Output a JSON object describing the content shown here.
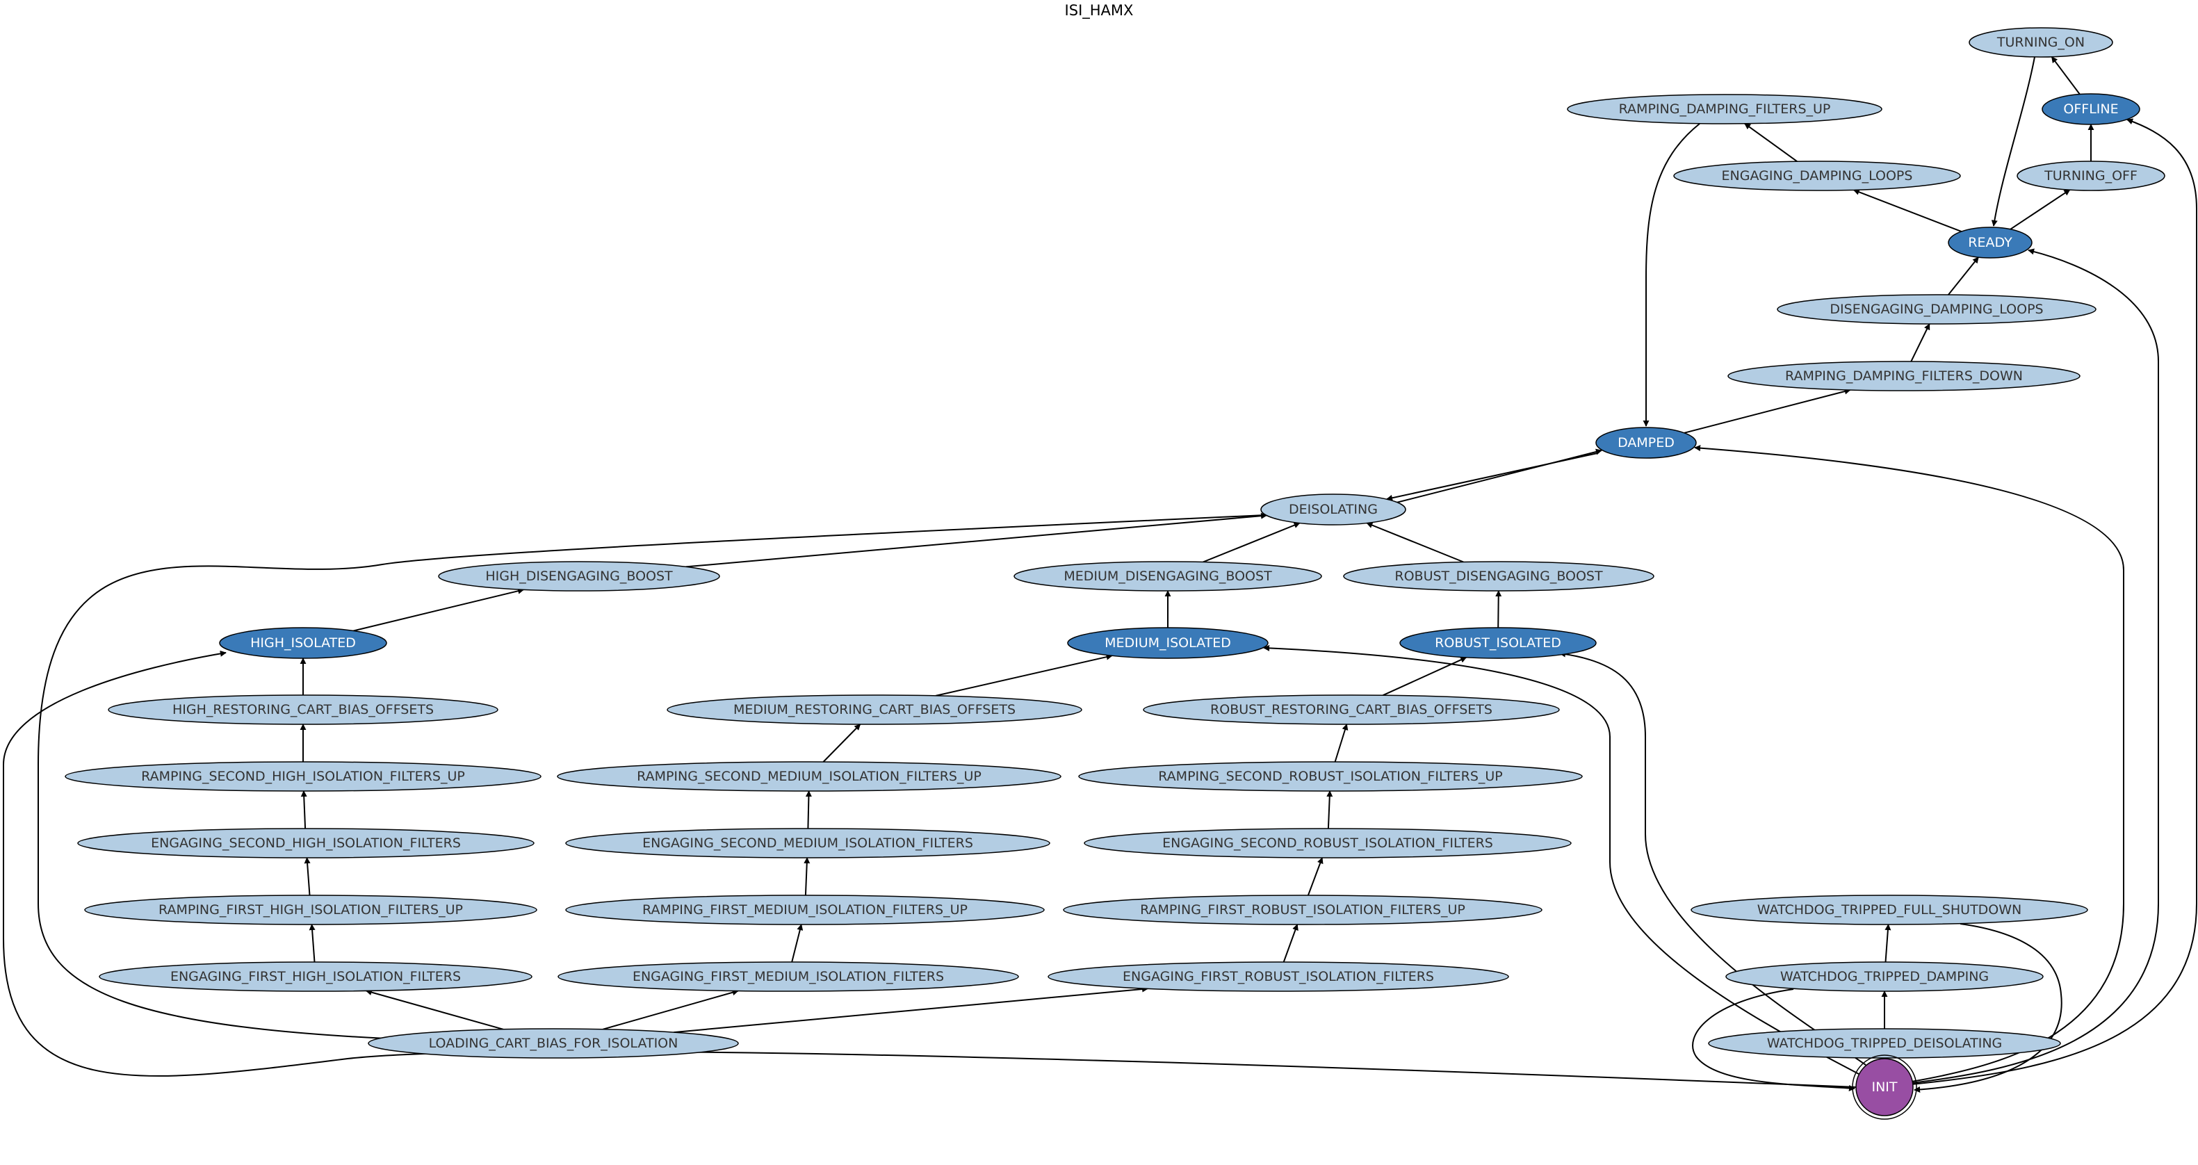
{
  "title": "ISI_HAMX",
  "colors": {
    "normal_fill": "#b3cde3",
    "request_fill": "#3a7ab8",
    "init_fill": "#984ea3",
    "edge": "#000000"
  },
  "nodes": [
    {
      "id": "TURNING_ON",
      "label": "TURNING_ON",
      "kind": "normal"
    },
    {
      "id": "OFFLINE",
      "label": "OFFLINE",
      "kind": "request"
    },
    {
      "id": "RAMPING_DAMPING_FILTERS_UP",
      "label": "RAMPING_DAMPING_FILTERS_UP",
      "kind": "normal"
    },
    {
      "id": "ENGAGING_DAMPING_LOOPS",
      "label": "ENGAGING_DAMPING_LOOPS",
      "kind": "normal"
    },
    {
      "id": "TURNING_OFF",
      "label": "TURNING_OFF",
      "kind": "normal"
    },
    {
      "id": "READY",
      "label": "READY",
      "kind": "request"
    },
    {
      "id": "DISENGAGING_DAMPING_LOOPS",
      "label": "DISENGAGING_DAMPING_LOOPS",
      "kind": "normal"
    },
    {
      "id": "RAMPING_DAMPING_FILTERS_DOWN",
      "label": "RAMPING_DAMPING_FILTERS_DOWN",
      "kind": "normal"
    },
    {
      "id": "DAMPED",
      "label": "DAMPED",
      "kind": "request"
    },
    {
      "id": "DEISOLATING",
      "label": "DEISOLATING",
      "kind": "normal"
    },
    {
      "id": "HIGH_DISENGAGING_BOOST",
      "label": "HIGH_DISENGAGING_BOOST",
      "kind": "normal"
    },
    {
      "id": "MEDIUM_DISENGAGING_BOOST",
      "label": "MEDIUM_DISENGAGING_BOOST",
      "kind": "normal"
    },
    {
      "id": "ROBUST_DISENGAGING_BOOST",
      "label": "ROBUST_DISENGAGING_BOOST",
      "kind": "normal"
    },
    {
      "id": "HIGH_ISOLATED",
      "label": "HIGH_ISOLATED",
      "kind": "request"
    },
    {
      "id": "MEDIUM_ISOLATED",
      "label": "MEDIUM_ISOLATED",
      "kind": "request"
    },
    {
      "id": "ROBUST_ISOLATED",
      "label": "ROBUST_ISOLATED",
      "kind": "request"
    },
    {
      "id": "HIGH_RESTORING_CART_BIAS_OFFSETS",
      "label": "HIGH_RESTORING_CART_BIAS_OFFSETS",
      "kind": "normal"
    },
    {
      "id": "MEDIUM_RESTORING_CART_BIAS_OFFSETS",
      "label": "MEDIUM_RESTORING_CART_BIAS_OFFSETS",
      "kind": "normal"
    },
    {
      "id": "ROBUST_RESTORING_CART_BIAS_OFFSETS",
      "label": "ROBUST_RESTORING_CART_BIAS_OFFSETS",
      "kind": "normal"
    },
    {
      "id": "RAMPING_SECOND_HIGH_ISOLATION_FILTERS_UP",
      "label": "RAMPING_SECOND_HIGH_ISOLATION_FILTERS_UP",
      "kind": "normal"
    },
    {
      "id": "RAMPING_SECOND_MEDIUM_ISOLATION_FILTERS_UP",
      "label": "RAMPING_SECOND_MEDIUM_ISOLATION_FILTERS_UP",
      "kind": "normal"
    },
    {
      "id": "RAMPING_SECOND_ROBUST_ISOLATION_FILTERS_UP",
      "label": "RAMPING_SECOND_ROBUST_ISOLATION_FILTERS_UP",
      "kind": "normal"
    },
    {
      "id": "ENGAGING_SECOND_HIGH_ISOLATION_FILTERS",
      "label": "ENGAGING_SECOND_HIGH_ISOLATION_FILTERS",
      "kind": "normal"
    },
    {
      "id": "ENGAGING_SECOND_MEDIUM_ISOLATION_FILTERS",
      "label": "ENGAGING_SECOND_MEDIUM_ISOLATION_FILTERS",
      "kind": "normal"
    },
    {
      "id": "ENGAGING_SECOND_ROBUST_ISOLATION_FILTERS",
      "label": "ENGAGING_SECOND_ROBUST_ISOLATION_FILTERS",
      "kind": "normal"
    },
    {
      "id": "RAMPING_FIRST_HIGH_ISOLATION_FILTERS_UP",
      "label": "RAMPING_FIRST_HIGH_ISOLATION_FILTERS_UP",
      "kind": "normal"
    },
    {
      "id": "RAMPING_FIRST_MEDIUM_ISOLATION_FILTERS_UP",
      "label": "RAMPING_FIRST_MEDIUM_ISOLATION_FILTERS_UP",
      "kind": "normal"
    },
    {
      "id": "RAMPING_FIRST_ROBUST_ISOLATION_FILTERS_UP",
      "label": "RAMPING_FIRST_ROBUST_ISOLATION_FILTERS_UP",
      "kind": "normal"
    },
    {
      "id": "WATCHDOG_TRIPPED_FULL_SHUTDOWN",
      "label": "WATCHDOG_TRIPPED_FULL_SHUTDOWN",
      "kind": "normal"
    },
    {
      "id": "ENGAGING_FIRST_HIGH_ISOLATION_FILTERS",
      "label": "ENGAGING_FIRST_HIGH_ISOLATION_FILTERS",
      "kind": "normal"
    },
    {
      "id": "ENGAGING_FIRST_MEDIUM_ISOLATION_FILTERS",
      "label": "ENGAGING_FIRST_MEDIUM_ISOLATION_FILTERS",
      "kind": "normal"
    },
    {
      "id": "ENGAGING_FIRST_ROBUST_ISOLATION_FILTERS",
      "label": "ENGAGING_FIRST_ROBUST_ISOLATION_FILTERS",
      "kind": "normal"
    },
    {
      "id": "WATCHDOG_TRIPPED_DAMPING",
      "label": "WATCHDOG_TRIPPED_DAMPING",
      "kind": "normal"
    },
    {
      "id": "LOADING_CART_BIAS_FOR_ISOLATION",
      "label": "LOADING_CART_BIAS_FOR_ISOLATION",
      "kind": "normal"
    },
    {
      "id": "WATCHDOG_TRIPPED_DEISOLATING",
      "label": "WATCHDOG_TRIPPED_DEISOLATING",
      "kind": "normal"
    },
    {
      "id": "INIT",
      "label": "INIT",
      "kind": "init"
    }
  ],
  "edges": [
    {
      "from": "OFFLINE",
      "to": "TURNING_ON"
    },
    {
      "from": "TURNING_ON",
      "to": "READY"
    },
    {
      "from": "TURNING_OFF",
      "to": "OFFLINE"
    },
    {
      "from": "READY",
      "to": "TURNING_OFF"
    },
    {
      "from": "READY",
      "to": "ENGAGING_DAMPING_LOOPS"
    },
    {
      "from": "ENGAGING_DAMPING_LOOPS",
      "to": "RAMPING_DAMPING_FILTERS_UP"
    },
    {
      "from": "RAMPING_DAMPING_FILTERS_UP",
      "to": "DAMPED"
    },
    {
      "from": "DISENGAGING_DAMPING_LOOPS",
      "to": "READY"
    },
    {
      "from": "RAMPING_DAMPING_FILTERS_DOWN",
      "to": "DISENGAGING_DAMPING_LOOPS"
    },
    {
      "from": "DAMPED",
      "to": "RAMPING_DAMPING_FILTERS_DOWN"
    },
    {
      "from": "DAMPED",
      "to": "DEISOLATING"
    },
    {
      "from": "DEISOLATING",
      "to": "DAMPED"
    },
    {
      "from": "HIGH_DISENGAGING_BOOST",
      "to": "DEISOLATING"
    },
    {
      "from": "MEDIUM_DISENGAGING_BOOST",
      "to": "DEISOLATING"
    },
    {
      "from": "ROBUST_DISENGAGING_BOOST",
      "to": "DEISOLATING"
    },
    {
      "from": "HIGH_ISOLATED",
      "to": "HIGH_DISENGAGING_BOOST"
    },
    {
      "from": "MEDIUM_ISOLATED",
      "to": "MEDIUM_DISENGAGING_BOOST"
    },
    {
      "from": "ROBUST_ISOLATED",
      "to": "ROBUST_DISENGAGING_BOOST"
    },
    {
      "from": "HIGH_RESTORING_CART_BIAS_OFFSETS",
      "to": "HIGH_ISOLATED"
    },
    {
      "from": "MEDIUM_RESTORING_CART_BIAS_OFFSETS",
      "to": "MEDIUM_ISOLATED"
    },
    {
      "from": "ROBUST_RESTORING_CART_BIAS_OFFSETS",
      "to": "ROBUST_ISOLATED"
    },
    {
      "from": "RAMPING_SECOND_HIGH_ISOLATION_FILTERS_UP",
      "to": "HIGH_RESTORING_CART_BIAS_OFFSETS"
    },
    {
      "from": "RAMPING_SECOND_MEDIUM_ISOLATION_FILTERS_UP",
      "to": "MEDIUM_RESTORING_CART_BIAS_OFFSETS"
    },
    {
      "from": "RAMPING_SECOND_ROBUST_ISOLATION_FILTERS_UP",
      "to": "ROBUST_RESTORING_CART_BIAS_OFFSETS"
    },
    {
      "from": "ENGAGING_SECOND_HIGH_ISOLATION_FILTERS",
      "to": "RAMPING_SECOND_HIGH_ISOLATION_FILTERS_UP"
    },
    {
      "from": "ENGAGING_SECOND_MEDIUM_ISOLATION_FILTERS",
      "to": "RAMPING_SECOND_MEDIUM_ISOLATION_FILTERS_UP"
    },
    {
      "from": "ENGAGING_SECOND_ROBUST_ISOLATION_FILTERS",
      "to": "RAMPING_SECOND_ROBUST_ISOLATION_FILTERS_UP"
    },
    {
      "from": "RAMPING_FIRST_HIGH_ISOLATION_FILTERS_UP",
      "to": "ENGAGING_SECOND_HIGH_ISOLATION_FILTERS"
    },
    {
      "from": "RAMPING_FIRST_MEDIUM_ISOLATION_FILTERS_UP",
      "to": "ENGAGING_SECOND_MEDIUM_ISOLATION_FILTERS"
    },
    {
      "from": "RAMPING_FIRST_ROBUST_ISOLATION_FILTERS_UP",
      "to": "ENGAGING_SECOND_ROBUST_ISOLATION_FILTERS"
    },
    {
      "from": "ENGAGING_FIRST_HIGH_ISOLATION_FILTERS",
      "to": "RAMPING_FIRST_HIGH_ISOLATION_FILTERS_UP"
    },
    {
      "from": "ENGAGING_FIRST_MEDIUM_ISOLATION_FILTERS",
      "to": "RAMPING_FIRST_MEDIUM_ISOLATION_FILTERS_UP"
    },
    {
      "from": "ENGAGING_FIRST_ROBUST_ISOLATION_FILTERS",
      "to": "RAMPING_FIRST_ROBUST_ISOLATION_FILTERS_UP"
    },
    {
      "from": "LOADING_CART_BIAS_FOR_ISOLATION",
      "to": "ENGAGING_FIRST_HIGH_ISOLATION_FILTERS"
    },
    {
      "from": "LOADING_CART_BIAS_FOR_ISOLATION",
      "to": "ENGAGING_FIRST_MEDIUM_ISOLATION_FILTERS"
    },
    {
      "from": "LOADING_CART_BIAS_FOR_ISOLATION",
      "to": "ENGAGING_FIRST_ROBUST_ISOLATION_FILTERS"
    },
    {
      "from": "DEISOLATING",
      "to": "LOADING_CART_BIAS_FOR_ISOLATION"
    },
    {
      "from": "WATCHDOG_TRIPPED_DAMPING",
      "to": "WATCHDOG_TRIPPED_FULL_SHUTDOWN"
    },
    {
      "from": "WATCHDOG_TRIPPED_DEISOLATING",
      "to": "WATCHDOG_TRIPPED_DAMPING"
    },
    {
      "from": "WATCHDOG_TRIPPED_DEISOLATING",
      "to": "INIT"
    },
    {
      "from": "WATCHDOG_TRIPPED_DAMPING",
      "to": "INIT"
    },
    {
      "from": "WATCHDOG_TRIPPED_FULL_SHUTDOWN",
      "to": "INIT"
    },
    {
      "from": "INIT",
      "to": "HIGH_ISOLATED"
    },
    {
      "from": "INIT",
      "to": "MEDIUM_ISOLATED"
    },
    {
      "from": "INIT",
      "to": "ROBUST_ISOLATED"
    },
    {
      "from": "INIT",
      "to": "DAMPED"
    },
    {
      "from": "INIT",
      "to": "READY"
    },
    {
      "from": "INIT",
      "to": "OFFLINE"
    }
  ]
}
